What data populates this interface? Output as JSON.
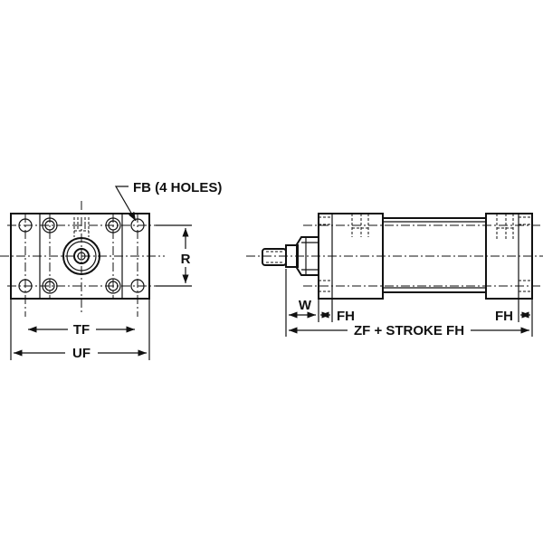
{
  "labels": {
    "fb": "FB (4 HOLES)",
    "r": "R",
    "tf": "TF",
    "uf": "UF",
    "w": "W",
    "fh_front": "FH",
    "fh_rear": "FH",
    "zf": "ZF + STROKE FH"
  }
}
